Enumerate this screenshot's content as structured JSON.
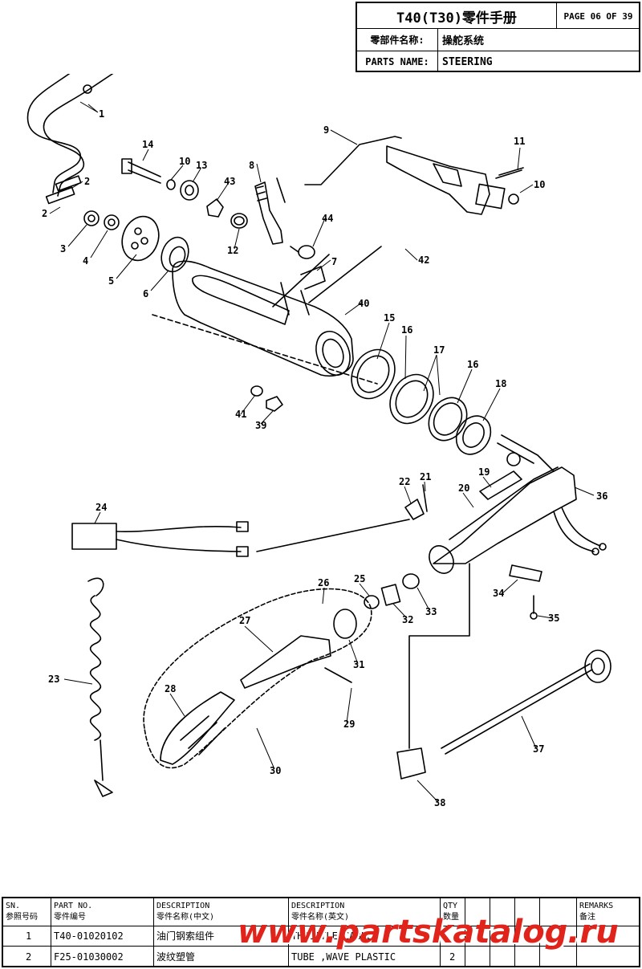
{
  "header": {
    "title": "T40(T30)零件手册",
    "page": "PAGE 06 OF 39",
    "name_cn_label": "零部件名称:",
    "name_cn_value": "操舵系统",
    "name_en_label": "PARTS NAME:",
    "name_en_value": "STEERING"
  },
  "callouts": [
    "1",
    "2",
    "2",
    "3",
    "4",
    "5",
    "6",
    "7",
    "8",
    "9",
    "10",
    "10",
    "11",
    "12",
    "13",
    "14",
    "15",
    "16",
    "16",
    "17",
    "18",
    "19",
    "20",
    "21",
    "22",
    "23",
    "24",
    "25",
    "26",
    "27",
    "28",
    "29",
    "30",
    "31",
    "32",
    "33",
    "34",
    "35",
    "36",
    "37",
    "38",
    "39",
    "40",
    "41",
    "42",
    "43",
    "44"
  ],
  "table": {
    "headers": {
      "sn_en": "SN.",
      "sn_cn": "参照号码",
      "part_en": "PART NO.",
      "part_cn": "零件编号",
      "desc_cn_en": "DESCRIPTION",
      "desc_cn_cn": "零件名称(中文)",
      "desc_en_en": "DESCRIPTION",
      "desc_en_cn": "零件名称(英文)",
      "qty_en": "QTY",
      "qty_cn": "数量",
      "remarks_en": "REMARKS",
      "remarks_cn": "备注"
    },
    "rows": [
      {
        "sn": "1",
        "part_no": "T40-01020102",
        "desc_cn": "油门钢索组件",
        "desc_en": "THROTTLE CABLE",
        "qty": ""
      },
      {
        "sn": "2",
        "part_no": "F25-01030002",
        "desc_cn": "波纹塑管",
        "desc_en": "TUBE ,WAVE PLASTIC",
        "qty": "2"
      }
    ]
  },
  "watermark": "www.partskatalog.ru",
  "colors": {
    "watermark": "#e0241b",
    "ink": "#000000"
  }
}
